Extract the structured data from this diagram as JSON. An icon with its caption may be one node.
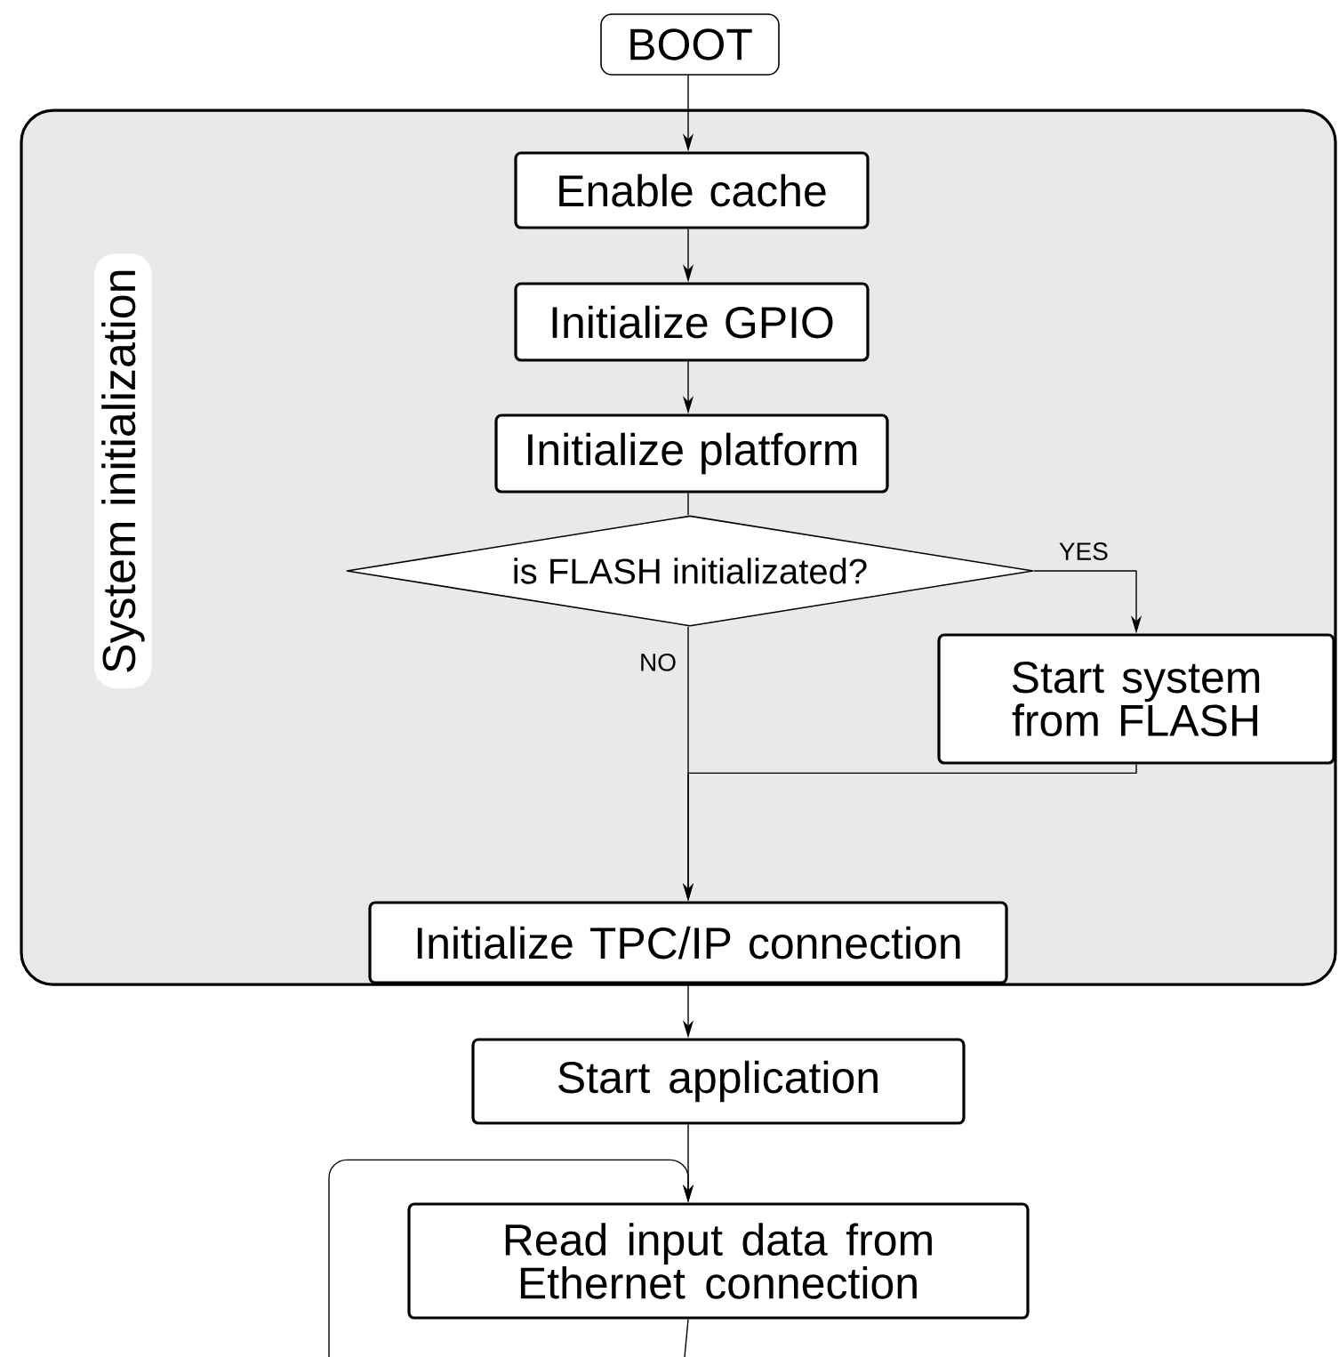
{
  "diagram": {
    "nodes": [
      {
        "text": [
          "System initialization"
        ]
      },
      {
        "text": [
          "BOOT"
        ]
      },
      {
        "text": [
          "Enable cache"
        ],
        "in": 0
      },
      {
        "text": [
          "Initialize GPIO"
        ],
        "in": 0
      },
      {
        "text": [
          "Initialize platform"
        ],
        "in": 0
      },
      {
        "text": [
          "is FLASH initializated?"
        ],
        "in": 0
      },
      {
        "text": [
          "Start system from FLASH"
        ],
        "in": 0
      },
      {
        "text": [
          "Initialize TPC/IP connection"
        ],
        "in": 0
      },
      {
        "text": [
          "Start application"
        ]
      },
      {
        "text": [
          "Read input data from Ethernet connection"
        ]
      }
    ],
    "edges": [
      {
        "from": 1,
        "to": 2,
        "arrow": "to"
      },
      {
        "from": 2,
        "to": 3,
        "arrow": "to"
      },
      {
        "from": 3,
        "to": 4,
        "arrow": "to"
      },
      {
        "from": 4,
        "to": 5,
        "arrow": "none"
      },
      {
        "from": 5,
        "to": 6,
        "arrow": "to",
        "label": "YES"
      },
      {
        "from": 5,
        "to": 7,
        "arrow": "to",
        "label": "NO"
      },
      {
        "from": 6,
        "to": 7,
        "arrow": "to"
      },
      {
        "from": 7,
        "to": 8,
        "arrow": "to"
      },
      {
        "from": 8,
        "to": 9,
        "arrow": "to"
      },
      {
        "from": 9,
        "to": null,
        "arrow": "none"
      },
      {
        "from": null,
        "to": 9,
        "arrow": "to"
      }
    ]
  }
}
